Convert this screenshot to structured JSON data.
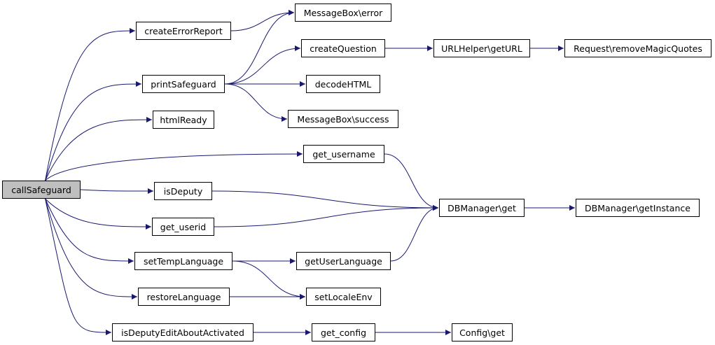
{
  "diagram": {
    "type": "call-graph",
    "colors": {
      "edge": "#191970",
      "node_border": "#000000",
      "node_fill": "#ffffff",
      "root_fill": "#bfbfbf"
    },
    "nodes": [
      {
        "id": "callSafeguard",
        "label": "callSafeguard",
        "root": true
      },
      {
        "id": "createErrorReport",
        "label": "createErrorReport"
      },
      {
        "id": "printSafeguard",
        "label": "printSafeguard"
      },
      {
        "id": "htmlReady",
        "label": "htmlReady"
      },
      {
        "id": "isDeputy",
        "label": "isDeputy"
      },
      {
        "id": "get_userid",
        "label": "get_userid"
      },
      {
        "id": "setTempLanguage",
        "label": "setTempLanguage"
      },
      {
        "id": "restoreLanguage",
        "label": "restoreLanguage"
      },
      {
        "id": "isDeputyEditAboutActivated",
        "label": "isDeputyEditAboutActivated"
      },
      {
        "id": "MessageBoxError",
        "label": "MessageBox\\error"
      },
      {
        "id": "createQuestion",
        "label": "createQuestion"
      },
      {
        "id": "decodeHTML",
        "label": "decodeHTML"
      },
      {
        "id": "MessageBoxSuccess",
        "label": "MessageBox\\success"
      },
      {
        "id": "get_username",
        "label": "get_username"
      },
      {
        "id": "getUserLanguage",
        "label": "getUserLanguage"
      },
      {
        "id": "setLocaleEnv",
        "label": "setLocaleEnv"
      },
      {
        "id": "get_config",
        "label": "get_config"
      },
      {
        "id": "URLHelperGetURL",
        "label": "URLHelper\\getURL"
      },
      {
        "id": "DBManagerGet",
        "label": "DBManager\\get"
      },
      {
        "id": "ConfigGet",
        "label": "Config\\get"
      },
      {
        "id": "RequestRemoveMagicQuotes",
        "label": "Request\\removeMagicQuotes"
      },
      {
        "id": "DBManagerGetInstance",
        "label": "DBManager\\getInstance"
      }
    ],
    "edges": [
      {
        "from": "callSafeguard",
        "to": "createErrorReport"
      },
      {
        "from": "callSafeguard",
        "to": "printSafeguard"
      },
      {
        "from": "callSafeguard",
        "to": "htmlReady"
      },
      {
        "from": "callSafeguard",
        "to": "get_username"
      },
      {
        "from": "callSafeguard",
        "to": "isDeputy"
      },
      {
        "from": "callSafeguard",
        "to": "get_userid"
      },
      {
        "from": "callSafeguard",
        "to": "setTempLanguage"
      },
      {
        "from": "callSafeguard",
        "to": "restoreLanguage"
      },
      {
        "from": "callSafeguard",
        "to": "isDeputyEditAboutActivated"
      },
      {
        "from": "createErrorReport",
        "to": "MessageBoxError"
      },
      {
        "from": "printSafeguard",
        "to": "MessageBoxError"
      },
      {
        "from": "printSafeguard",
        "to": "createQuestion"
      },
      {
        "from": "printSafeguard",
        "to": "decodeHTML"
      },
      {
        "from": "printSafeguard",
        "to": "MessageBoxSuccess"
      },
      {
        "from": "createQuestion",
        "to": "URLHelperGetURL"
      },
      {
        "from": "URLHelperGetURL",
        "to": "RequestRemoveMagicQuotes"
      },
      {
        "from": "get_username",
        "to": "DBManagerGet"
      },
      {
        "from": "isDeputy",
        "to": "DBManagerGet"
      },
      {
        "from": "get_userid",
        "to": "DBManagerGet"
      },
      {
        "from": "getUserLanguage",
        "to": "DBManagerGet"
      },
      {
        "from": "DBManagerGet",
        "to": "DBManagerGetInstance"
      },
      {
        "from": "setTempLanguage",
        "to": "getUserLanguage"
      },
      {
        "from": "setTempLanguage",
        "to": "setLocaleEnv"
      },
      {
        "from": "restoreLanguage",
        "to": "setLocaleEnv"
      },
      {
        "from": "isDeputyEditAboutActivated",
        "to": "get_config"
      },
      {
        "from": "get_config",
        "to": "ConfigGet"
      }
    ]
  }
}
